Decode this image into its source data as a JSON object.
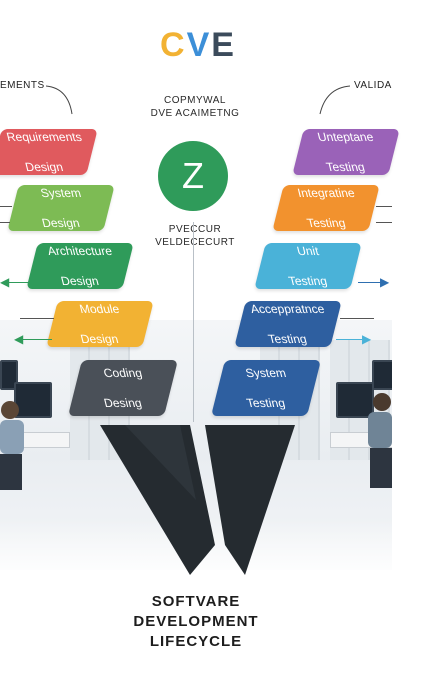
{
  "logo": {
    "part1": "C",
    "part2": "V",
    "part3": "E"
  },
  "top_left_label": "EMENTS",
  "top_right_label": "VALIDA",
  "caption_top": {
    "line1": "COPMYWAL",
    "line2": "DVE ACAIMETNG"
  },
  "center_badge": "Z",
  "caption_mid": {
    "line1": "PVECCUR",
    "line2": "VELDECECURT"
  },
  "left_stages": [
    {
      "line1": "Requirements",
      "line2": "Design",
      "color": "#e05a5e"
    },
    {
      "line1": "System",
      "line2": "Design",
      "color": "#7dbb54"
    },
    {
      "line1": "Architecture",
      "line2": "Design",
      "color": "#2f9b5a"
    },
    {
      "line1": "Module",
      "line2": "Design",
      "color": "#f2b233"
    },
    {
      "line1": "Coding",
      "line2": "Desing",
      "color": "#4a5058"
    }
  ],
  "right_stages": [
    {
      "line1": "Unteptane",
      "line2": "Testing",
      "color": "#9a62b8"
    },
    {
      "line1": "Integratine",
      "line2": "Testing",
      "color": "#f2922e"
    },
    {
      "line1": "Unit",
      "line2": "Testing",
      "color": "#4ab2d8"
    },
    {
      "line1": "Acceppratnce",
      "line2": "Testing",
      "color": "#2e5fa0"
    },
    {
      "line1": "System",
      "line2": "Testing",
      "color": "#2e5fa0"
    }
  ],
  "footer": {
    "line1": "SOFTVARE",
    "line2": "DEVELOPMENT",
    "line3": "LIFECYCLE"
  },
  "colors": {
    "v_shape": "#252b30",
    "connector_arrow_green": "#2f9b5a",
    "connector_arrow_blue": "#2e6fb0"
  }
}
